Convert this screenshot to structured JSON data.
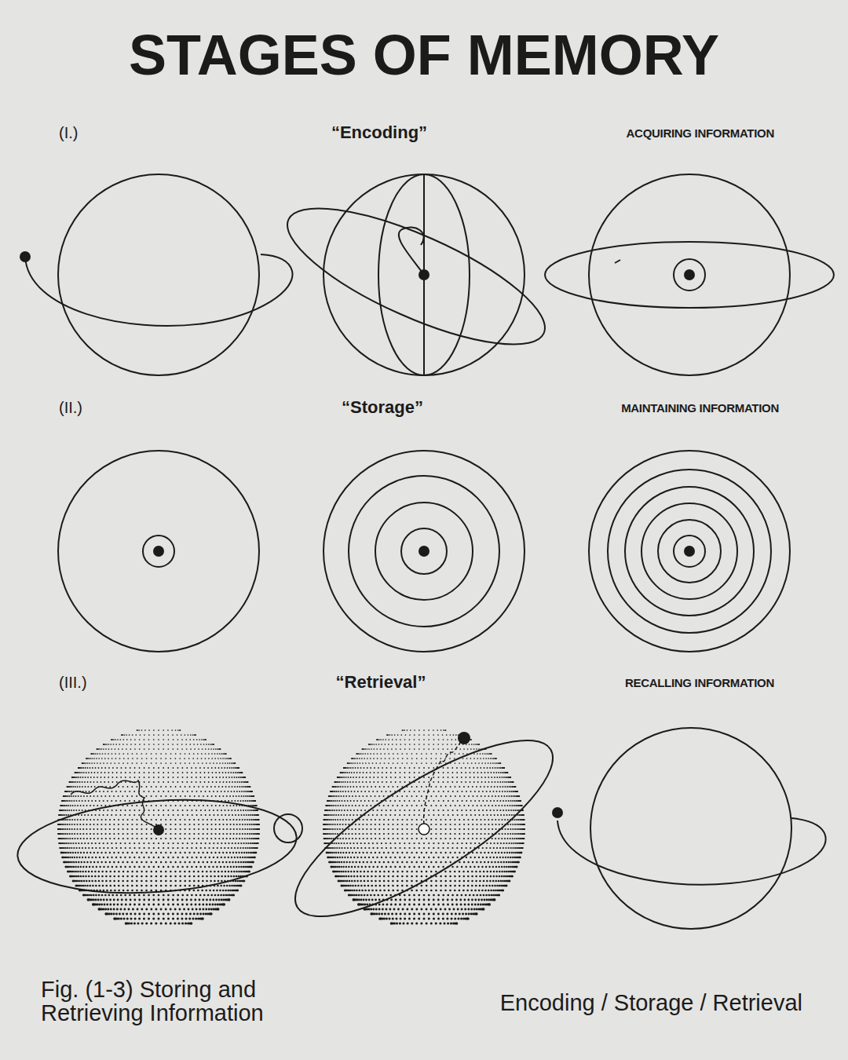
{
  "diagram": {
    "title": "STAGES OF MEMORY",
    "caption": "Fig. (1-3) Storing and Retrieving Information",
    "labels": [
      "(I.)",
      "“Encoding”",
      "ACQUIRING INFORMATION",
      "(II.)",
      "“Storage”",
      "MAINTAINING INFORMATION",
      "(III.)",
      "“Retrieval”",
      "RECALLING INFORMATION",
      "Encoding / Storage / Retrieval"
    ]
  }
}
